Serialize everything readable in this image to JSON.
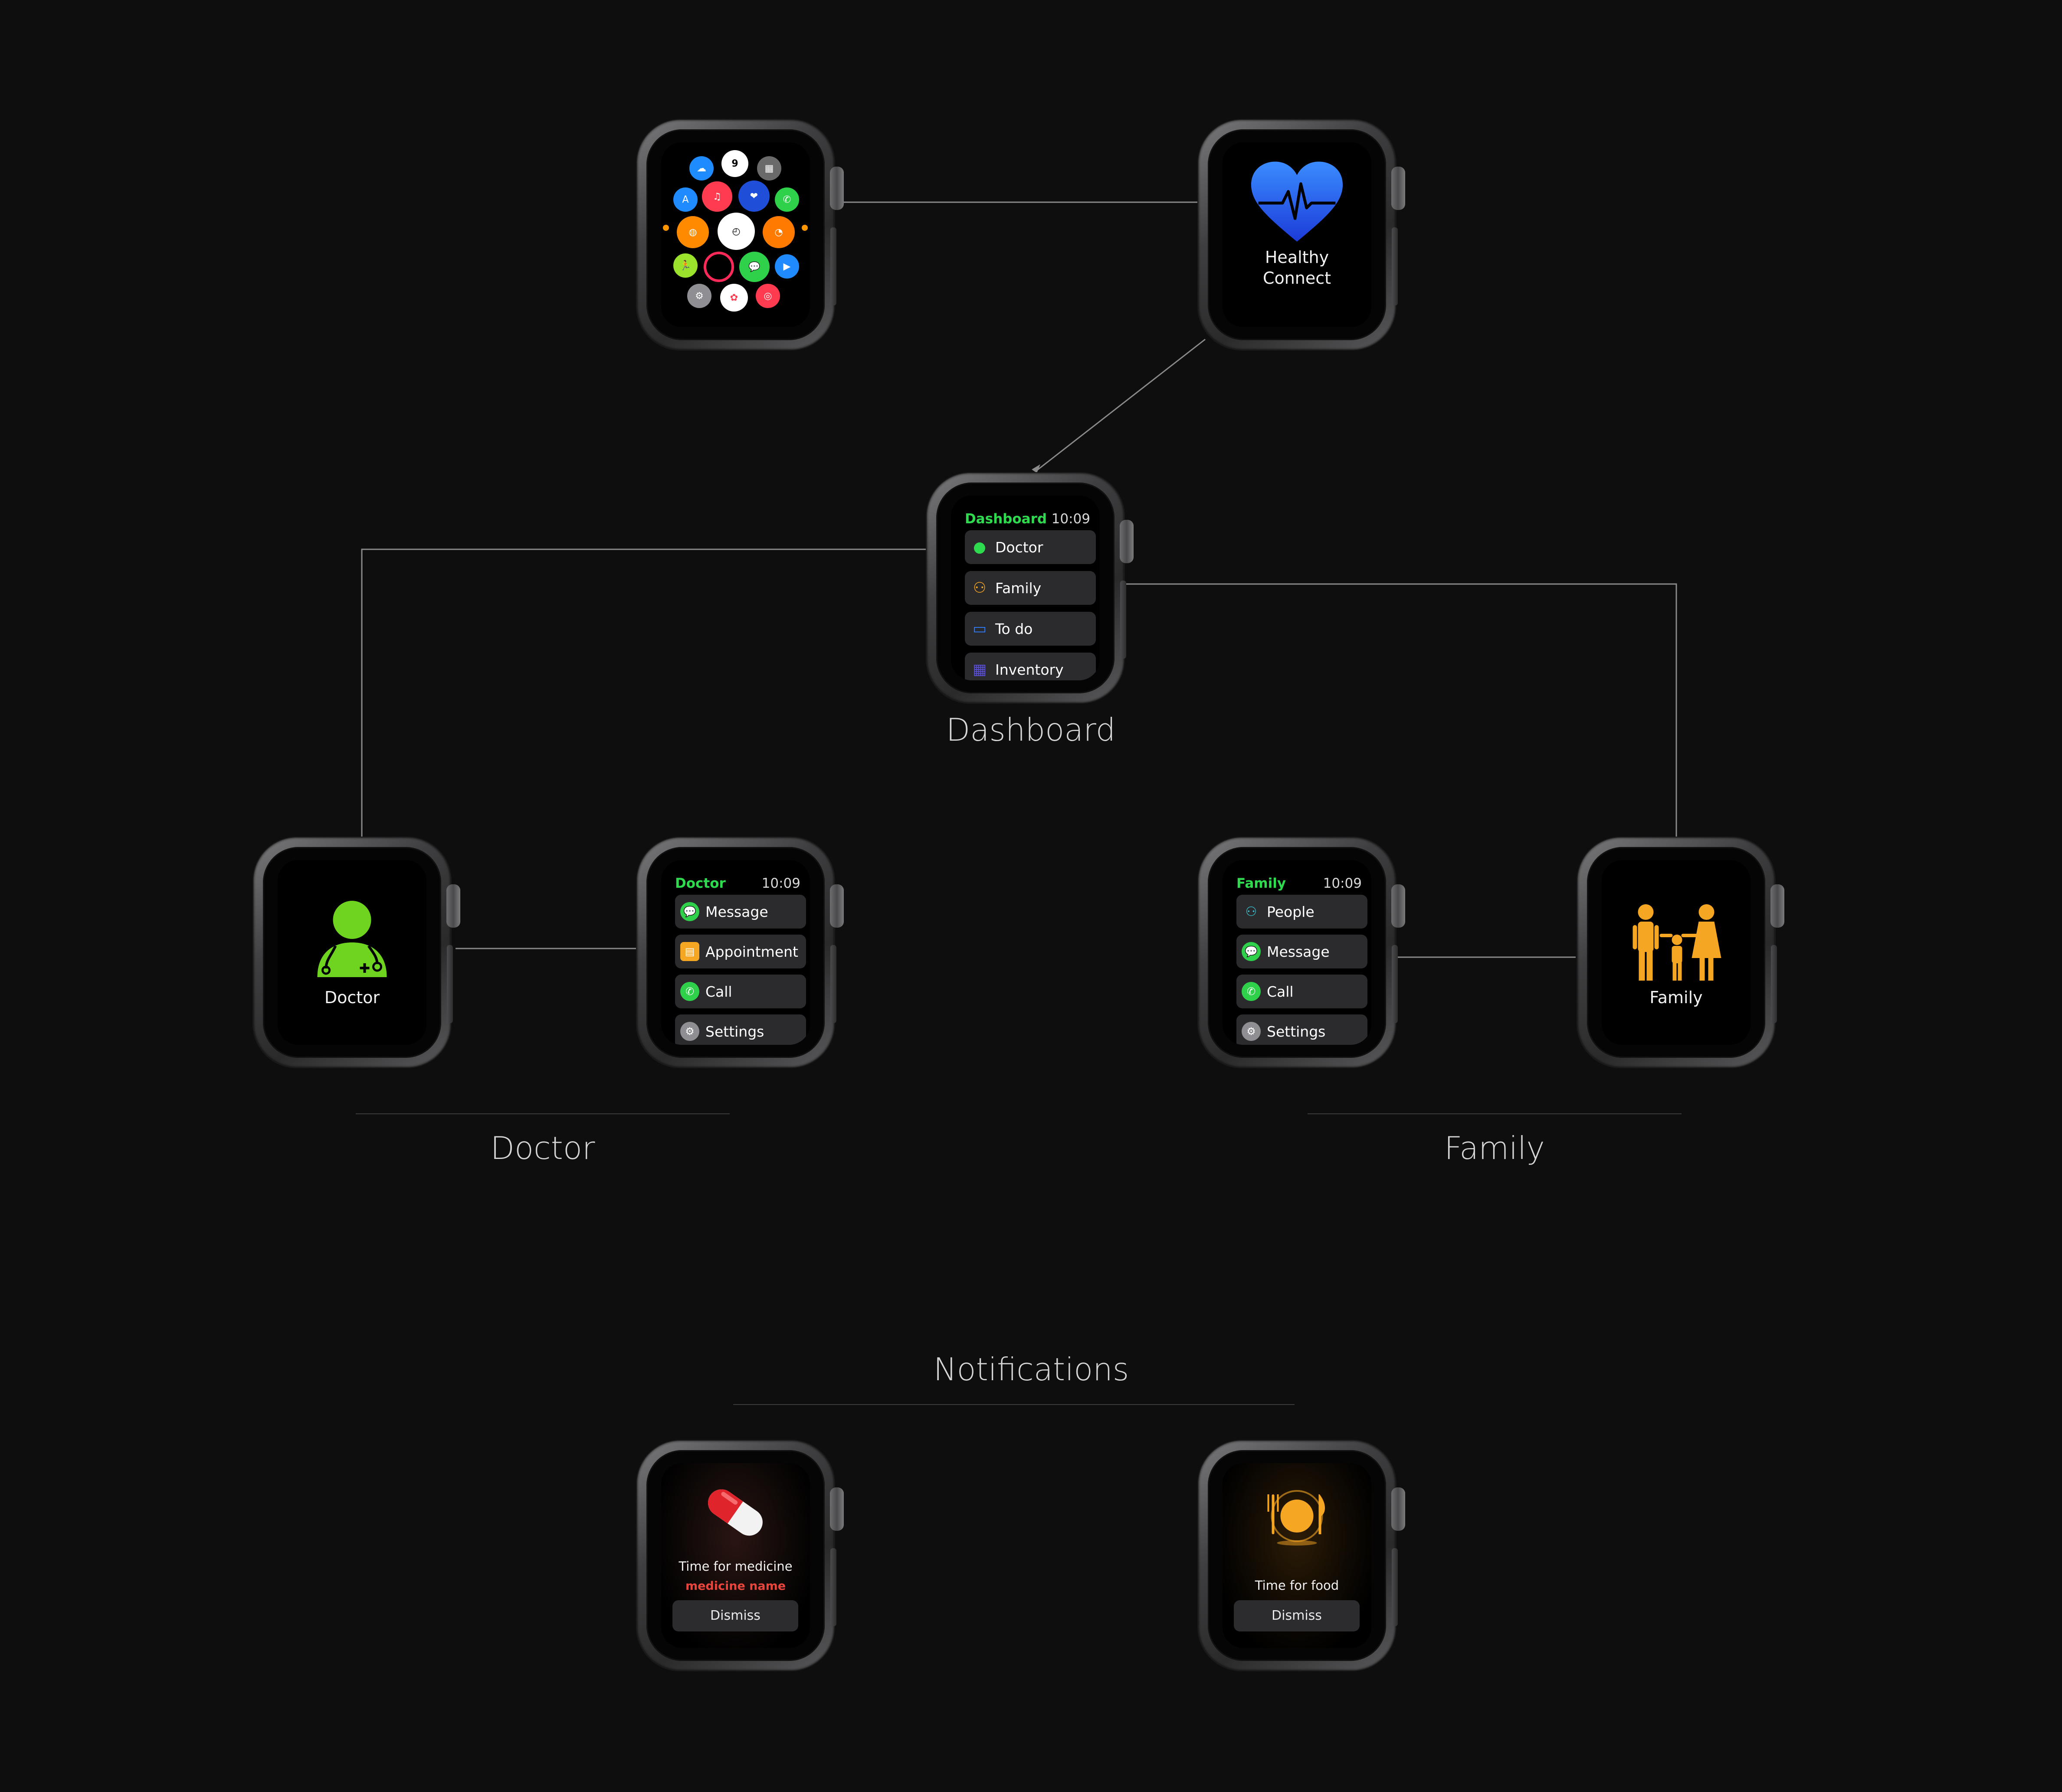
{
  "sections": {
    "dashboard": "Dashboard",
    "doctor": "Doctor",
    "family": "Family",
    "notifications": "Notifications"
  },
  "splash": {
    "line1": "Healthy",
    "line2": "Connect"
  },
  "dashboard_screen": {
    "title": "Dashboard",
    "time": "10:09",
    "items": [
      {
        "label": "Doctor",
        "icon": "doctor-icon",
        "color": "#2edb4e"
      },
      {
        "label": "Family",
        "icon": "family-icon",
        "color": "#f5a623"
      },
      {
        "label": "To do",
        "icon": "clipboard-icon",
        "color": "#2f7cf6"
      },
      {
        "label": "Inventory",
        "icon": "inventory-icon",
        "color": "#5a4fd8"
      }
    ]
  },
  "doctor_cover": {
    "label": "Doctor",
    "icon": "doctor-icon",
    "color": "#6fd41f"
  },
  "doctor_screen": {
    "title": "Doctor",
    "time": "10:09",
    "items": [
      {
        "label": "Message",
        "icon": "message-icon",
        "color": "#2fd14a"
      },
      {
        "label": "Appointment",
        "icon": "calendar-icon",
        "color": "#f5a623"
      },
      {
        "label": "Call",
        "icon": "phone-icon",
        "color": "#2fd14a"
      },
      {
        "label": "Settings",
        "icon": "gear-icon",
        "color": "#8e8e93"
      }
    ]
  },
  "family_screen": {
    "title": "Family",
    "time": "10:09",
    "items": [
      {
        "label": "People",
        "icon": "people-icon",
        "color": "#37c6d8"
      },
      {
        "label": "Message",
        "icon": "message-icon",
        "color": "#2fd14a"
      },
      {
        "label": "Call",
        "icon": "phone-icon",
        "color": "#2fd14a"
      },
      {
        "label": "Settings",
        "icon": "gear-icon",
        "color": "#8e8e93"
      }
    ]
  },
  "family_cover": {
    "label": "Family",
    "icon": "family-icon",
    "color": "#f5a623"
  },
  "notif_medicine": {
    "title": "Time for medicine",
    "subtitle": "medicine name",
    "button": "Dismiss"
  },
  "notif_food": {
    "title": "Time for food",
    "button": "Dismiss"
  },
  "home_apps": {
    "clock_number": "9"
  },
  "accent": {
    "heart_top": "#3a8cff",
    "heart_bottom": "#1c3bd8",
    "link_line": "#8a8a8a"
  }
}
